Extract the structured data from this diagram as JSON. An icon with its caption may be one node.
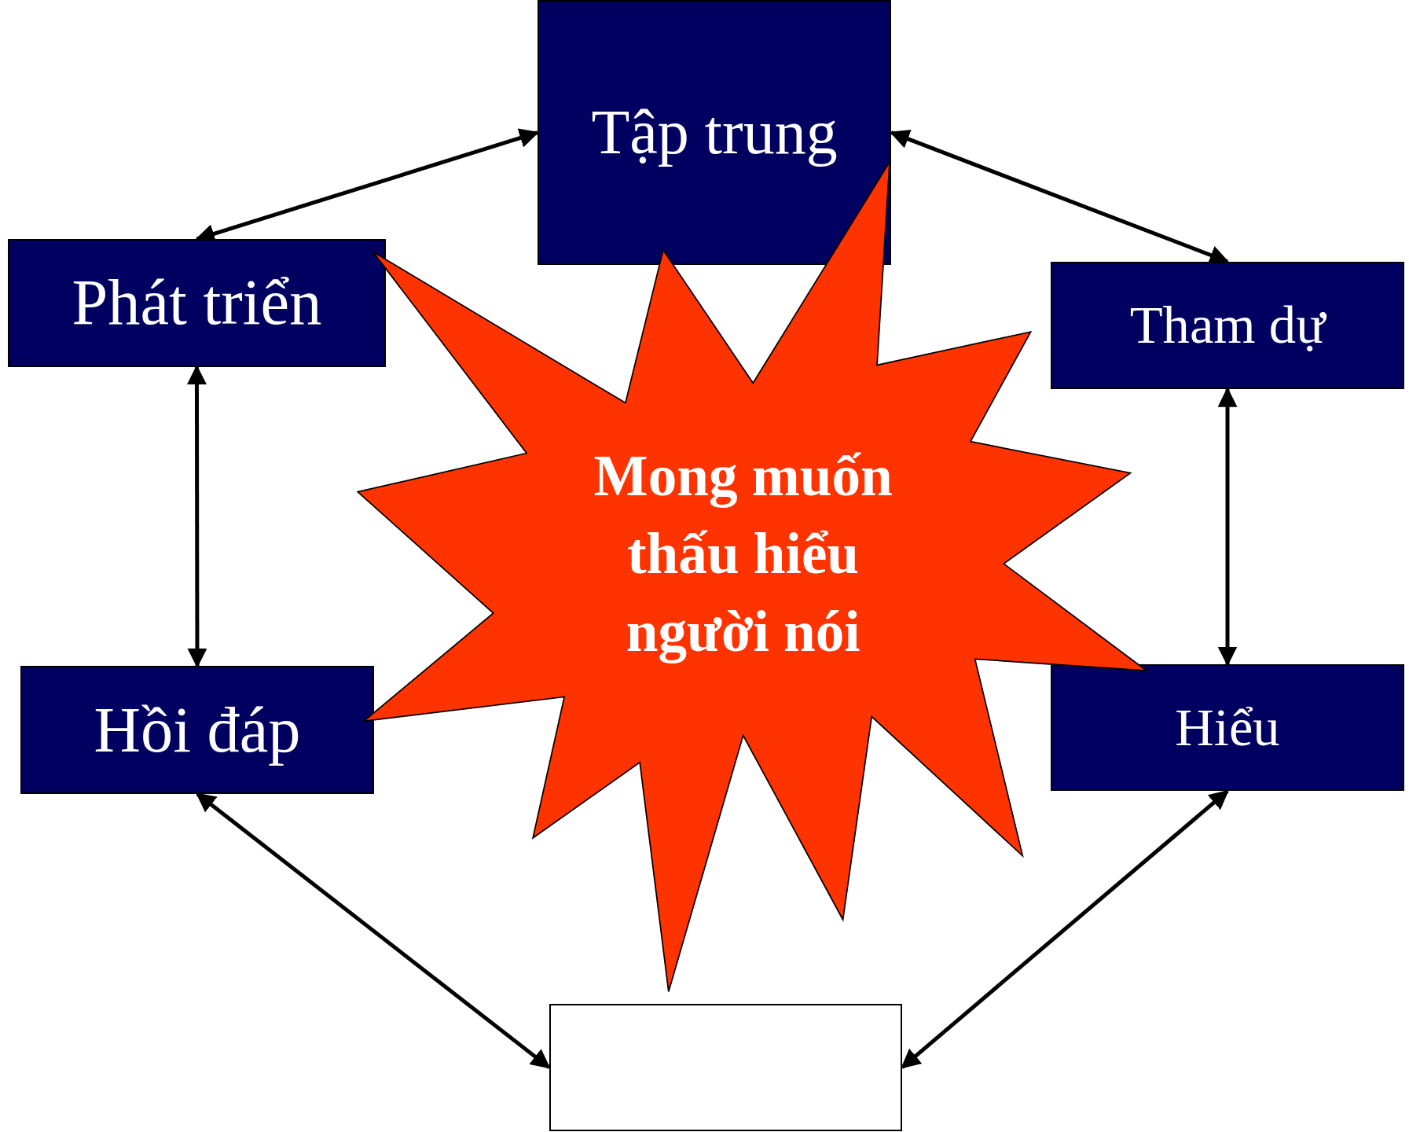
{
  "diagram": {
    "nodes": [
      {
        "text": [
          "Tập trung"
        ]
      },
      {
        "text": [
          "Phát triển"
        ]
      },
      {
        "text": [
          "Tham dự"
        ]
      },
      {
        "text": [
          "Mong muốn thấu hiểu người nói"
        ]
      },
      {
        "text": [
          "Hồi đáp"
        ]
      },
      {
        "text": [
          "Hiểu"
        ]
      },
      {
        "text": [],
        "shape": "box"
      }
    ],
    "edges": [
      {
        "from": 0,
        "to": 1,
        "arrow": "both"
      },
      {
        "from": 0,
        "to": 2,
        "arrow": "both"
      },
      {
        "from": 1,
        "to": 4,
        "arrow": "both"
      },
      {
        "from": 2,
        "to": 5,
        "arrow": "both"
      },
      {
        "from": 4,
        "to": 6,
        "arrow": "both"
      },
      {
        "from": 5,
        "to": 6,
        "arrow": "both"
      }
    ]
  }
}
